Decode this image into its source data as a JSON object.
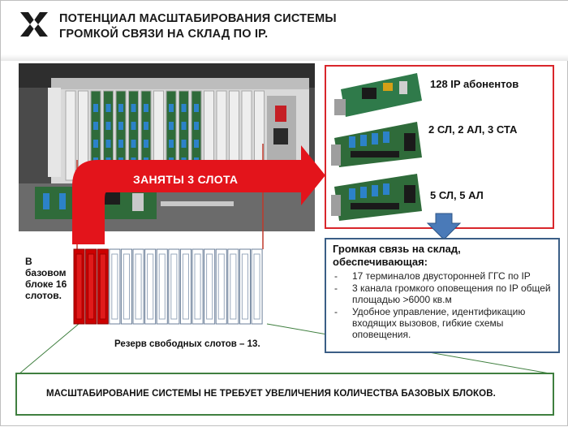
{
  "header": {
    "title_line1": "ПОТЕНЦИАЛ  МАСШТАБИРОВАНИЯ  СИСТЕМЫ",
    "title_line2": "ГРОМКОЙ  СВЯЗИ  НА СКЛАД ПО IP."
  },
  "arrow_label": "ЗАНЯТЫ 3 СЛОТА",
  "boards": [
    {
      "label": "128 IP абонентов"
    },
    {
      "label": "2 СЛ, 2 АЛ, 3 СТА"
    },
    {
      "label": "5 СЛ, 5 АЛ"
    }
  ],
  "base_block_label": "В базовом блоке 16 слотов.",
  "reserve_label": "Резерв свободных слотов – 13.",
  "features": {
    "heading_line1": "Громкая связь на склад,",
    "heading_line2": "обеспечивающая:",
    "items": [
      "17 терминалов двусторонней ГГС по IP",
      "3 канала  громкого оповещения по IP общей площадью  >6000 кв.м",
      "Удобное управление, идентификацию входящих вызовов, гибкие схемы оповещения."
    ]
  },
  "footer_note": "МАСШТАБИРОВАНИЕ СИСТЕМЫ НЕ ТРЕБУЕТ УВЕЛИЧЕНИЯ КОЛИЧЕСТВА БАЗОВЫХ БЛОКОВ.",
  "slots": {
    "total": 16,
    "occupied": 3
  },
  "colors": {
    "accent_red": "#e3141b",
    "box_blue": "#3b5e86",
    "box_green": "#3f7f3f",
    "board_green": "#2f6b3a"
  }
}
